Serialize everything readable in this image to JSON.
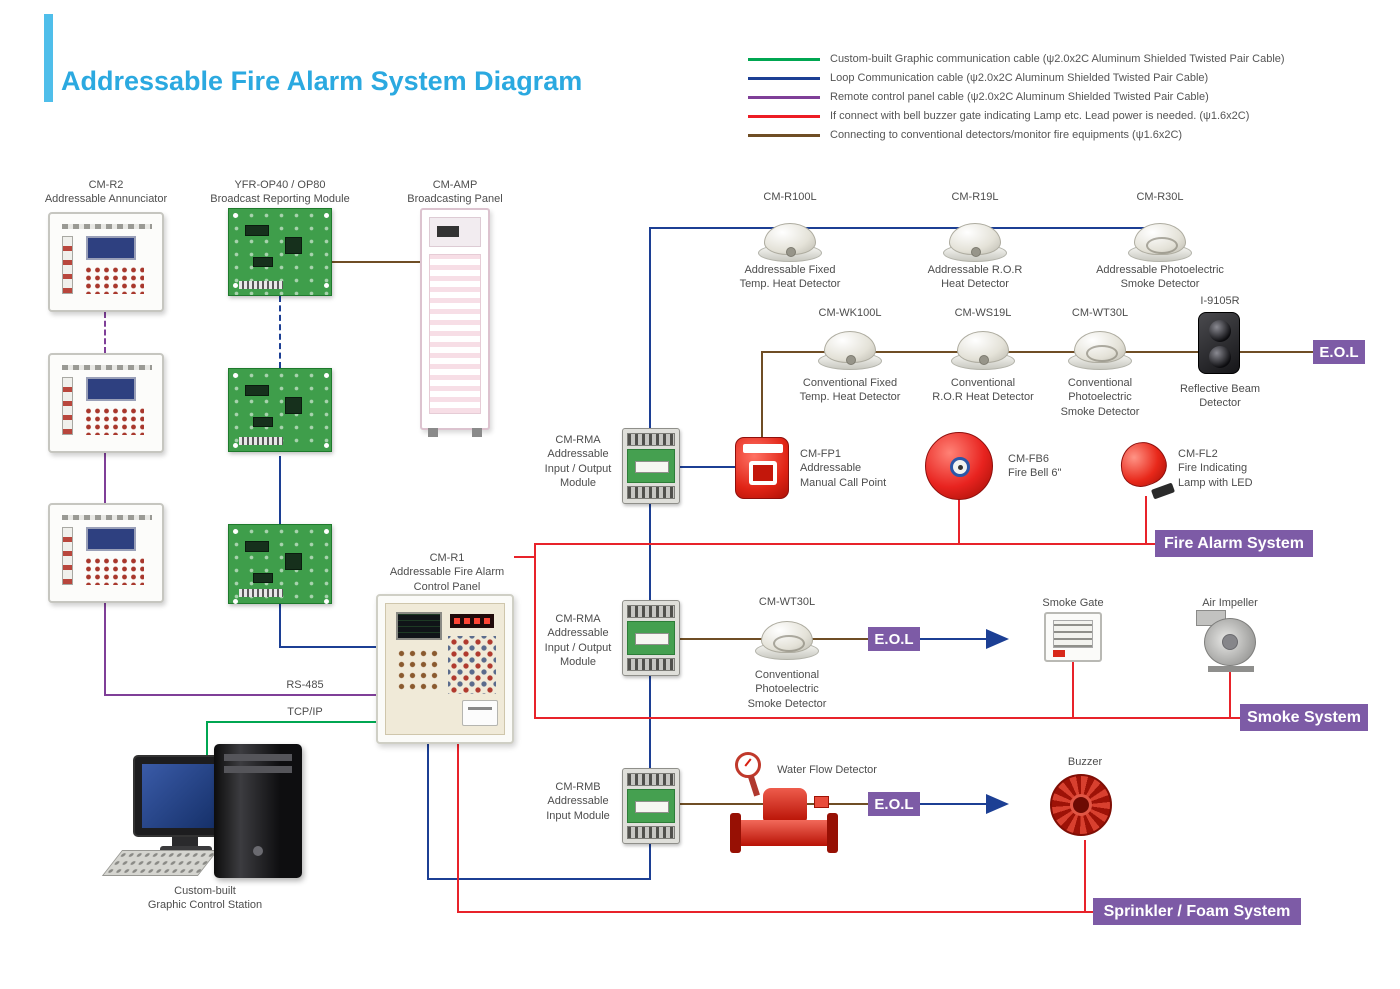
{
  "title": "Addressable Fire Alarm System Diagram",
  "legend": {
    "items": [
      {
        "color": "#00A651",
        "label": "Custom-built Graphic communication cable (ψ2.0x2C Aluminum Shielded Twisted Pair Cable)"
      },
      {
        "color": "#1C3F94",
        "label": "Loop Communication cable (ψ2.0x2C Aluminum Shielded Twisted Pair Cable)"
      },
      {
        "color": "#7F3F98",
        "label": "Remote control panel cable (ψ2.0x2C Aluminum Shielded Twisted Pair Cable)"
      },
      {
        "color": "#ED1C24",
        "label": "If connect with bell buzzer gate indicating Lamp etc. Lead power is needed. (ψ1.6x2C)"
      },
      {
        "color": "#6F4E25",
        "label": "Connecting to conventional detectors/monitor fire equipments (ψ1.6x2C)"
      }
    ]
  },
  "colors": {
    "accent": "#2BA9E0",
    "green_cable": "#00A651",
    "loop_cable": "#1C3F94",
    "remote_cable": "#7F3F98",
    "power_cable": "#ED1C24",
    "conventional_cable": "#6F4E25",
    "badge": "#7D5BA6"
  },
  "links": {
    "rs485": "RS-485",
    "tcpip": "TCP/IP"
  },
  "badges": {
    "eol": "E.O.L",
    "fire": "Fire Alarm System",
    "smoke": "Smoke System",
    "sprinkler": "Sprinkler / Foam System"
  },
  "nodes": {
    "annunciator": {
      "title": "CM-R2\nAddressable Annunciator"
    },
    "broadcast_module": {
      "title": "YFR-OP40 / OP80\nBroadcast Reporting Module"
    },
    "amp": {
      "title": "CM-AMP\nBroadcasting Panel"
    },
    "control_panel": {
      "title": "CM-R1\nAddressable Fire Alarm\nControl Panel"
    },
    "station": {
      "caption": "Custom-built\nGraphic Control Station"
    },
    "r100l": {
      "model": "CM-R100L",
      "desc": "Addressable Fixed\nTemp. Heat Detector"
    },
    "r19l": {
      "model": "CM-R19L",
      "desc": "Addressable R.O.R\nHeat Detector"
    },
    "r30l": {
      "model": "CM-R30L",
      "desc": "Addressable Photoelectric\nSmoke Detector"
    },
    "wk100l": {
      "model": "CM-WK100L",
      "desc": "Conventional Fixed\nTemp. Heat Detector"
    },
    "ws19l": {
      "model": "CM-WS19L",
      "desc": "Conventional\nR.O.R Heat Detector"
    },
    "wt30l": {
      "model": "CM-WT30L",
      "desc": "Conventional\nPhotoelectric\nSmoke Detector"
    },
    "beam": {
      "model": "I-9105R",
      "desc": "Reflective Beam\nDetector"
    },
    "rma1": {
      "label": "CM-RMA\nAddressable\nInput / Output\nModule"
    },
    "rma2": {
      "label": "CM-RMA\nAddressable\nInput / Output\nModule"
    },
    "rmb": {
      "label": "CM-RMB\nAddressable\nInput Module"
    },
    "fp1": {
      "label": "CM-FP1\nAddressable\nManual Call Point"
    },
    "fb6": {
      "label": "CM-FB6\nFire Bell 6\""
    },
    "fl2": {
      "label": "CM-FL2\nFire Indicating\nLamp with LED"
    },
    "wt30l_2": {
      "model": "CM-WT30L",
      "desc": "Conventional\nPhotoelectric\nSmoke Detector"
    },
    "smoke_gate": {
      "label": "Smoke Gate"
    },
    "air_impeller": {
      "label": "Air Impeller"
    },
    "water_flow": {
      "label": "Water Flow Detector"
    },
    "buzzer": {
      "label": "Buzzer"
    }
  }
}
